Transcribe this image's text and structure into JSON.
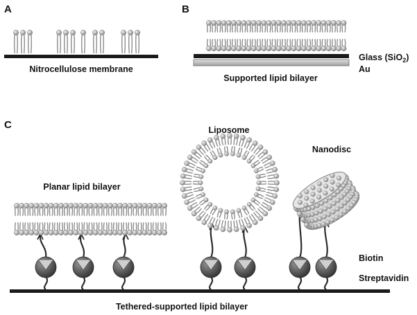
{
  "panels": {
    "a": {
      "letter": "A",
      "caption": "Nitrocellulose membrane"
    },
    "b": {
      "letter": "B",
      "caption": "Supported lipid bilayer",
      "glass_label": "Glass (SiO",
      "glass_sub": "2",
      "glass_close": ")",
      "gold_label": "Au"
    },
    "c": {
      "letter": "C",
      "planar_label": "Planar lipid bilayer",
      "liposome_label": "Liposome",
      "nanodisc_label": "Nanodisc",
      "biotin_label": "Biotin",
      "streptavidin_label": "Streptavidin",
      "caption": "Tethered-supported lipid bilayer"
    }
  },
  "colors": {
    "substrate": "#1a1a1a",
    "lipid_head": "#a9a9a9",
    "lipid_tail": "#8c8c8c",
    "streptavidin": "#555555",
    "biotin": "#cfcfcf",
    "gold_layer": "#bdbdbd"
  }
}
